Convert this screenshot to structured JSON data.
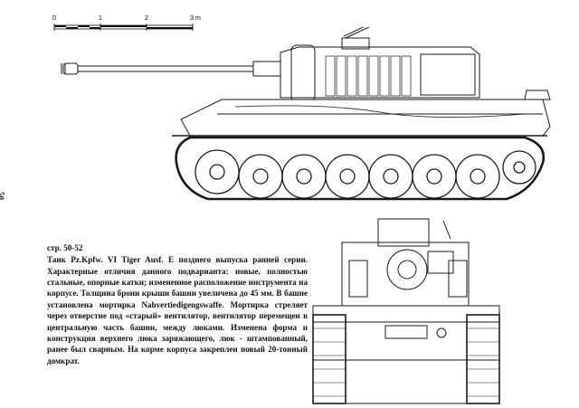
{
  "page": {
    "number": "50"
  },
  "scale": {
    "ticks": [
      "0",
      "1",
      "2",
      "3 m"
    ]
  },
  "caption": {
    "title": "стр.  50-52",
    "text": "Танк Pz.Kpfw. VI Tiger Ausf. E позднего выпуска ранней серии. Характерные отличия данного подварианта: новые, полностью стальные, опорные катки; измененное расположение инструмента на корпусе. Толщина брони крыши башни увеличена до 45 мм. В башне установлена мортирка Nahvertiedigengswaffe. Мортирка стреляет через отверстие под «старый» вентилятор, вентилятор перемещен в центральную часть башни, между люками. Изменена форма и конструкция верхнего люка заряжающего, люк - штампованный, ранее был сварным. На корме корпуса закреплен новый 20-тонный домкрат."
  },
  "colors": {
    "ink": "#1a1a1a",
    "paper": "#ffffff"
  }
}
